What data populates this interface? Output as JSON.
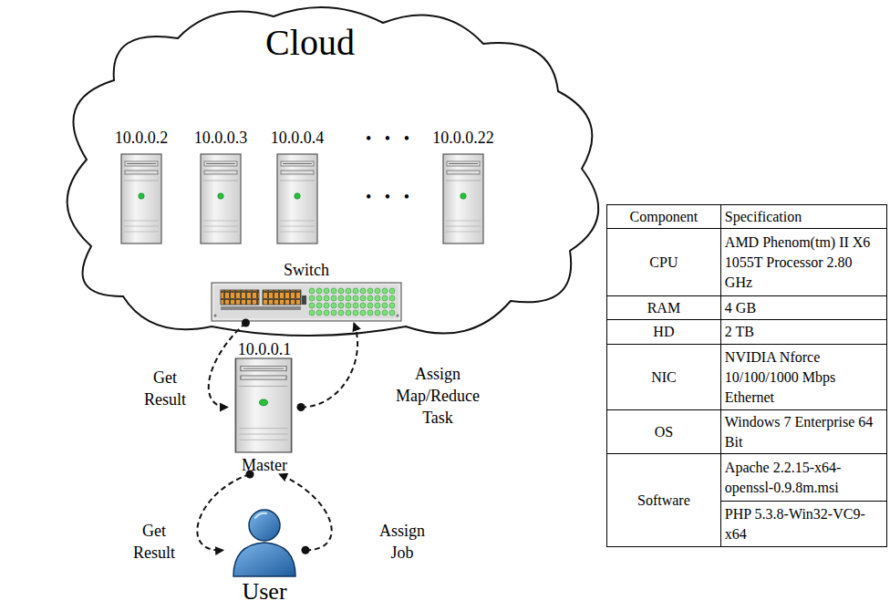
{
  "diagram": {
    "nodes": [
      {
        "text": [
          "Cloud"
        ]
      },
      {
        "text": [
          "10.0.0.2"
        ],
        "in": 0
      },
      {
        "text": [
          "10.0.0.3"
        ],
        "in": 0
      },
      {
        "text": [
          "10.0.0.4"
        ],
        "in": 0
      },
      {
        "text": [
          "10.0.0.22"
        ],
        "in": 0
      },
      {
        "text": [
          "Switch"
        ],
        "in": 0
      },
      {
        "text": [
          "10.0.0.1",
          "Master"
        ]
      },
      {
        "text": [
          "User"
        ]
      }
    ],
    "edges": [
      {
        "from": 5,
        "to": 6,
        "label": "Get Result",
        "arrow": "to"
      },
      {
        "from": 6,
        "to": 5,
        "label": "Assign Map/Reduce Task",
        "arrow": "to"
      },
      {
        "from": 6,
        "to": 7,
        "label": "Get Result",
        "arrow": "to"
      },
      {
        "from": 7,
        "to": 6,
        "label": "Assign Job",
        "arrow": "to"
      }
    ],
    "labels": [
      "• • •",
      "• • •",
      "Component",
      "Specification",
      "CPU",
      "AMD Phenom(tm) II X6 1055T Processor 2.80 GHz",
      "RAM",
      "4 GB",
      "HD",
      "2 TB",
      "NIC",
      "NVIDIA Nforce 10/100/1000 Mbps Ethernet",
      "OS",
      "Windows 7 Enterprise 64 Bit",
      "Software",
      "Apache 2.2.15-x64-openssl-0.9.8m.msi",
      "PHP 5.3.8-Win32-VC9-x64"
    ]
  }
}
